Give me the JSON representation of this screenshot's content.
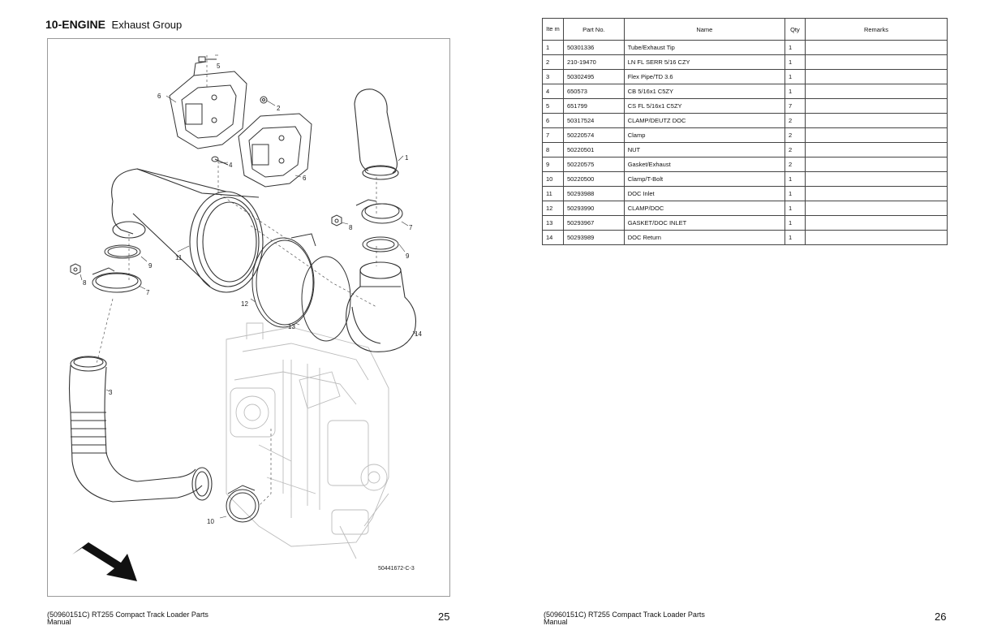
{
  "left_page": {
    "section_bold": "10-ENGINE",
    "section_sub": "Exhaust Group",
    "figure_code": "50441672-C-3",
    "callouts": [
      "5",
      "6",
      "2",
      "1",
      "4",
      "6",
      "8",
      "7",
      "11",
      "9",
      "9",
      "8",
      "7",
      "12",
      "13",
      "14",
      "3",
      "10"
    ],
    "footer": "(50960151C) RT255 Compact Track Loader  Parts Manual",
    "page_number": "25"
  },
  "right_page": {
    "columns": [
      "Ite m",
      "Part No.",
      "Name",
      "Qty",
      "Remarks"
    ],
    "rows": [
      [
        "1",
        "50301336",
        "Tube/Exhaust Tip",
        "1",
        ""
      ],
      [
        "2",
        "210-19470",
        "LN FL SERR 5/16 CZY",
        "1",
        ""
      ],
      [
        "3",
        "50302495",
        "Flex Pipe/TD 3.6",
        "1",
        ""
      ],
      [
        "4",
        "650573",
        "CB 5/16x1 C5ZY",
        "1",
        ""
      ],
      [
        "5",
        "651799",
        "CS FL 5/16x1 C5ZY",
        "7",
        ""
      ],
      [
        "6",
        "50317524",
        "CLAMP/DEUTZ DOC",
        "2",
        ""
      ],
      [
        "7",
        "50220574",
        "Clamp",
        "2",
        ""
      ],
      [
        "8",
        "50220501",
        "NUT",
        "2",
        ""
      ],
      [
        "9",
        "50220575",
        "Gasket/Exhaust",
        "2",
        ""
      ],
      [
        "10",
        "50220500",
        "Clamp/T-Bolt",
        "1",
        ""
      ],
      [
        "11",
        "50293988",
        "DOC Inlet",
        "1",
        ""
      ],
      [
        "12",
        "50293990",
        "CLAMP/DOC",
        "1",
        ""
      ],
      [
        "13",
        "50293967",
        "GASKET/DOC INLET",
        "1",
        ""
      ],
      [
        "14",
        "50293989",
        "DOC Return",
        "1",
        ""
      ]
    ],
    "footer": "(50960151C) RT255 Compact Track Loader  Parts Manual",
    "page_number": "26"
  }
}
